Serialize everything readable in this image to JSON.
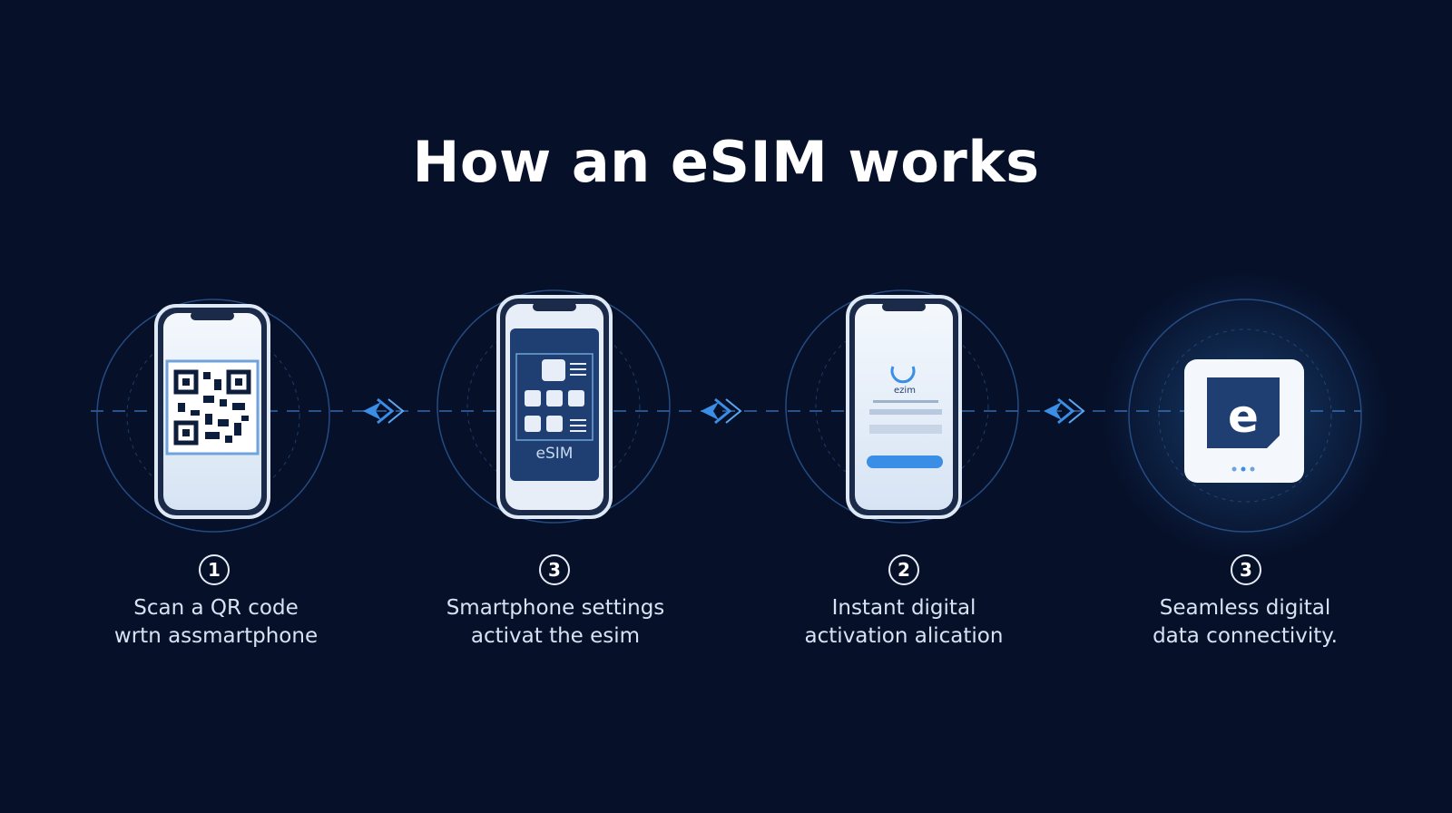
{
  "title": "How an eSIM works",
  "steps": [
    {
      "number": "1",
      "line1": "Scan a QR code",
      "line2": "wrtn assmartphone"
    },
    {
      "number": "3",
      "line1": "Smartphone settings",
      "line2": "activat the esim",
      "screen_text": "eSIM"
    },
    {
      "number": "2",
      "line1": "Instant digital",
      "line2": "activation аlication",
      "screen_title": "ezim"
    },
    {
      "number": "3",
      "line1": "Seamless digital",
      "line2": "data connectivity.",
      "icon_letter": "e"
    }
  ],
  "colors": {
    "background": "#061029",
    "accent": "#3a8ee6",
    "card_dark": "#1f3f73",
    "screen_light": "#e9f1fb"
  }
}
